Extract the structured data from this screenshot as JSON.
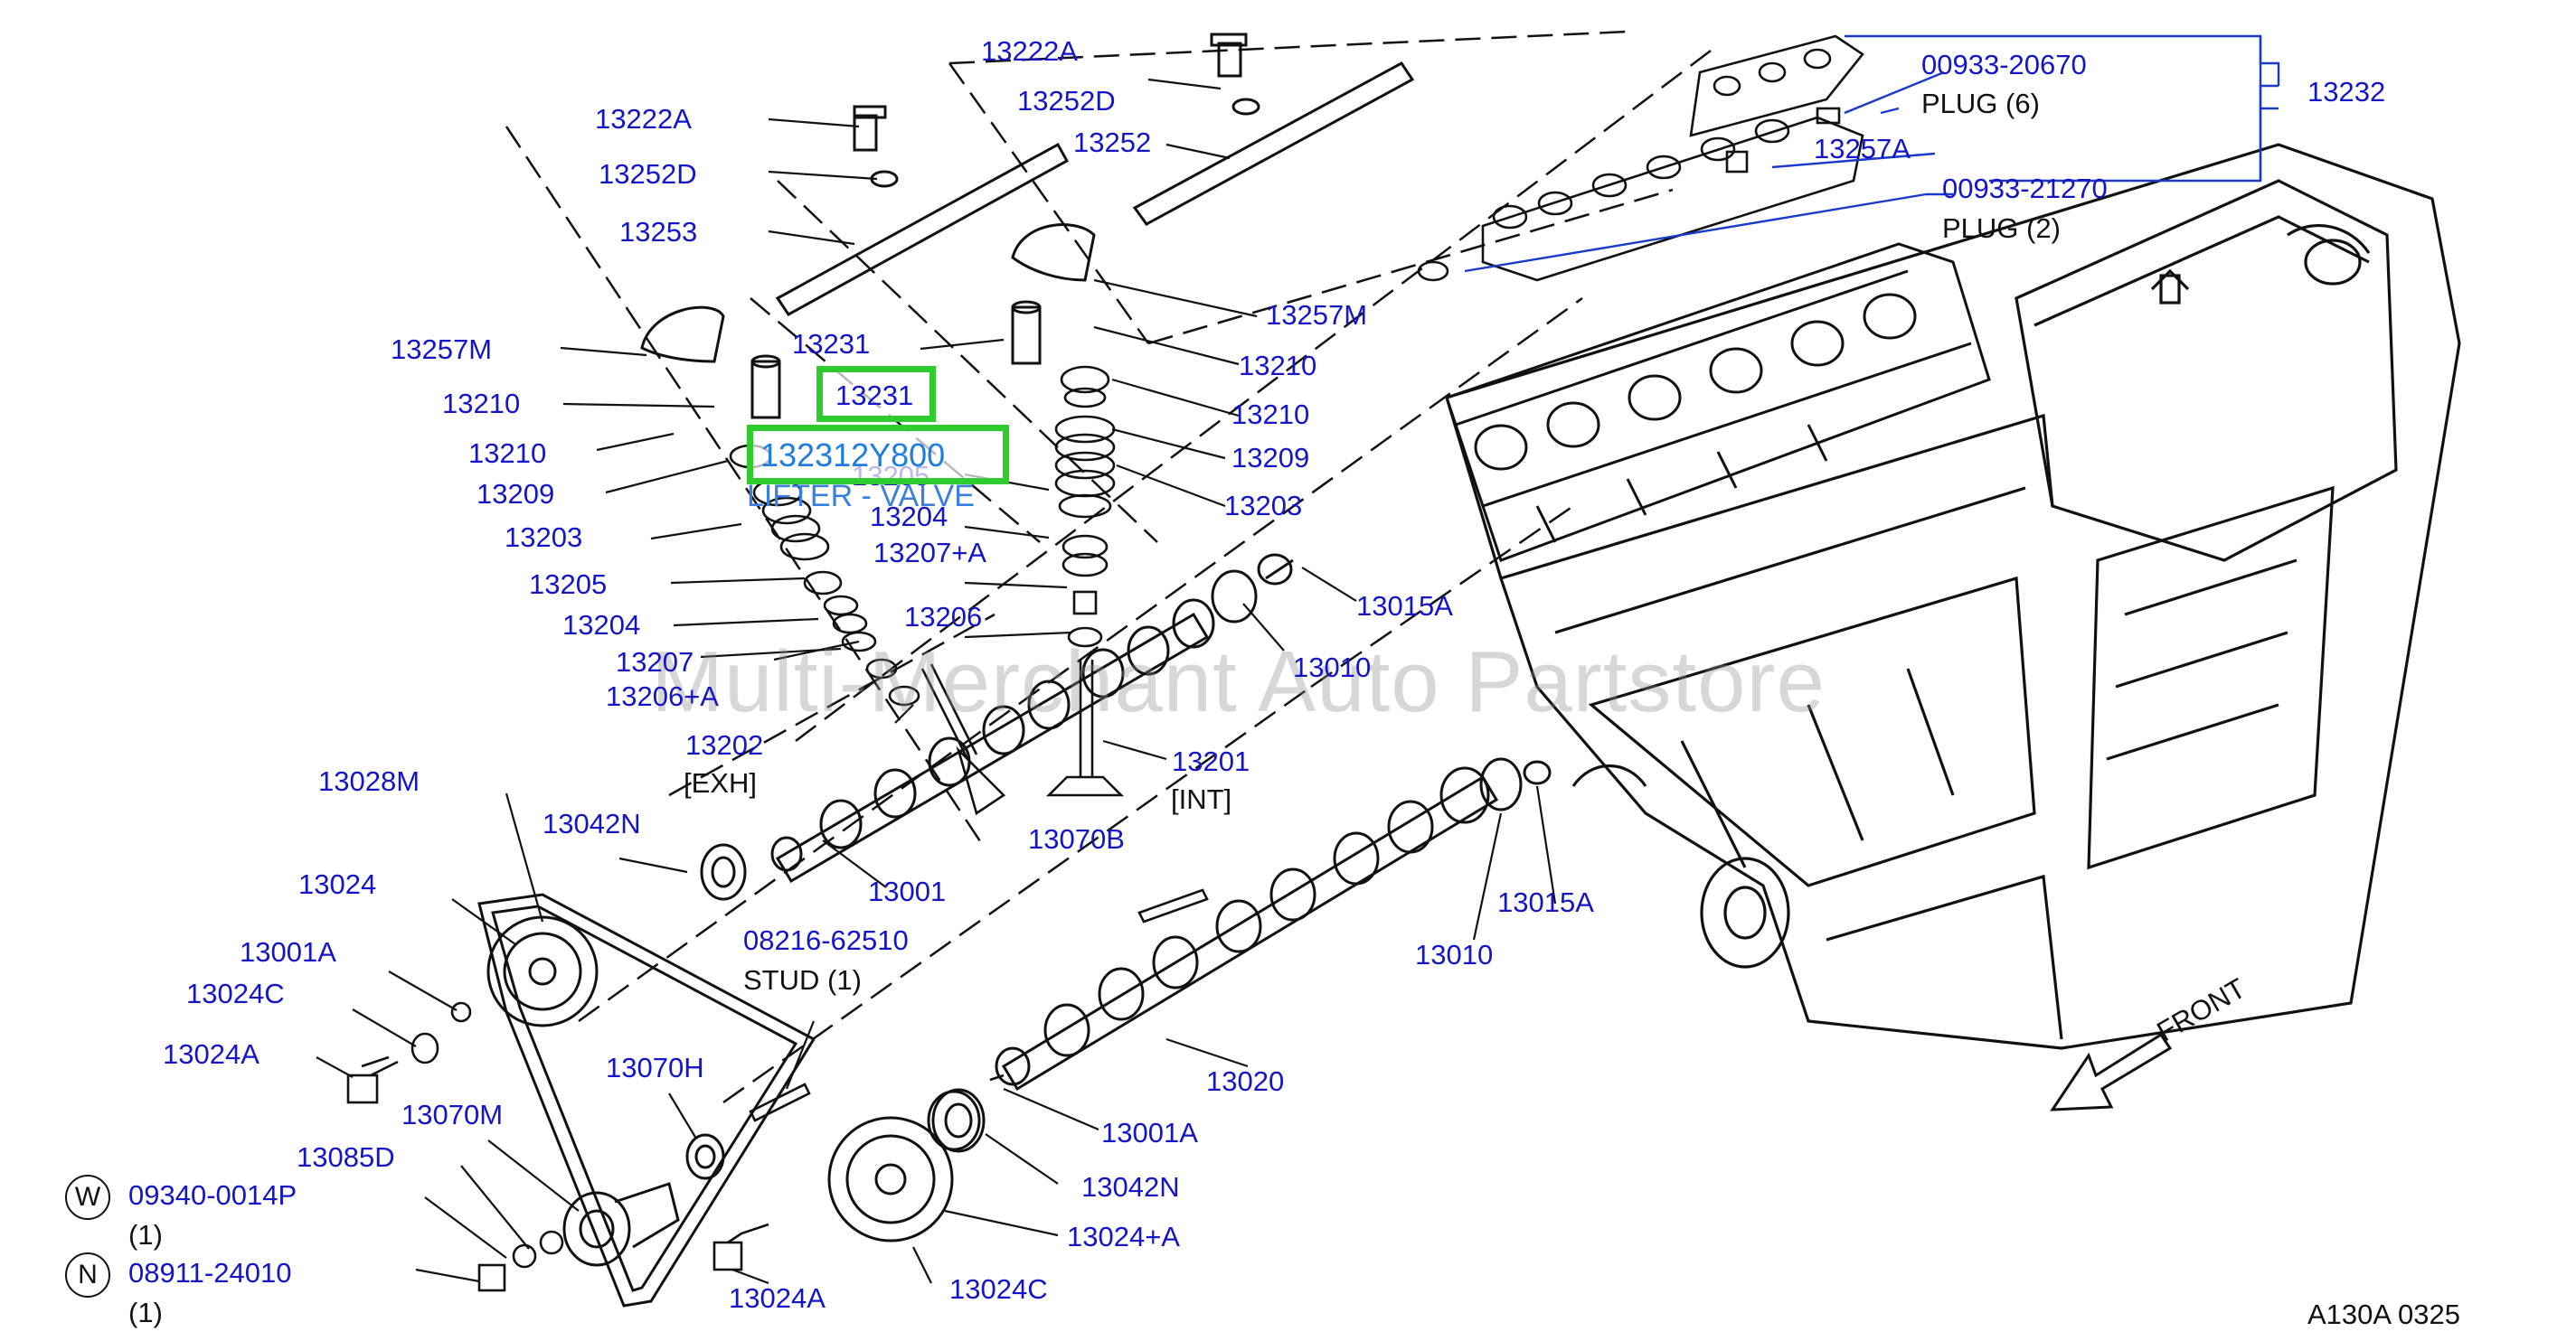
{
  "callouts": {
    "c13222A_top": "13222A",
    "c13252D_top": "13252D",
    "c13252": "13252",
    "c13222A_left": "13222A",
    "c13252D_left": "13252D",
    "c13253": "13253",
    "c13257M_left": "13257M",
    "c13231_plain": "13231",
    "c13210_a": "13210",
    "c13210_b": "13210",
    "c13209_left": "13209",
    "c13203_left": "13203",
    "c13205_left": "13205",
    "c13204_left": "13204",
    "c13207": "13207",
    "c13206A": "13206+A",
    "c13202": "13202",
    "c13205_mid": "13205",
    "c13204_mid": "13204",
    "c13207A": "13207+A",
    "c13206": "13206",
    "c13257M_right": "13257M",
    "c13210_c": "13210",
    "c13210_d": "13210",
    "c13209_right": "13209",
    "c13203_right": "13203",
    "c13015A_top": "13015A",
    "c13010_top": "13010",
    "c13201": "13201",
    "c00933_20670": "00933-20670",
    "c13232": "13232",
    "c13257A": "13257A",
    "c00933_21270": "00933-21270",
    "c13028M": "13028M",
    "c13042N_top": "13042N",
    "c13001": "13001",
    "c13070B": "13070B",
    "c13024": "13024",
    "c13001A_left": "13001A",
    "c13024C_left": "13024C",
    "c13024A_left": "13024A",
    "c08216": "08216-62510",
    "c13070H": "13070H",
    "c13070M": "13070M",
    "c13085D": "13085D",
    "c09340": "09340-0014P",
    "c08911": "08911-24010",
    "c13015A_bot": "13015A",
    "c13010_bot": "13010",
    "c13020": "13020",
    "c13001A_bot": "13001A",
    "c13042N_bot": "13042N",
    "c13024A_bot": "13024+A",
    "c13024C_bot": "13024C",
    "c13024A_bottom": "13024A"
  },
  "notes": {
    "exh": "[EXH]",
    "int": "[INT]",
    "plug6": "PLUG    (6)",
    "plug2": "PLUG    (2)",
    "stud": "STUD    (1)",
    "qty_w": "(1)",
    "qty_n": "(1)",
    "front": "FRONT",
    "code": "A130A   0325"
  },
  "symbols": {
    "w": "W",
    "n": "N"
  },
  "highlight": {
    "part_number": "13231",
    "selected_part": "132312Y800",
    "selected_desc": "LIFTER - VALVE"
  },
  "watermark": "Multi-Merchant Auto Partstore",
  "colors": {
    "callout": "#1515c8",
    "highlight_border": "#2fcc2f",
    "selected_text": "#1f7de0"
  }
}
